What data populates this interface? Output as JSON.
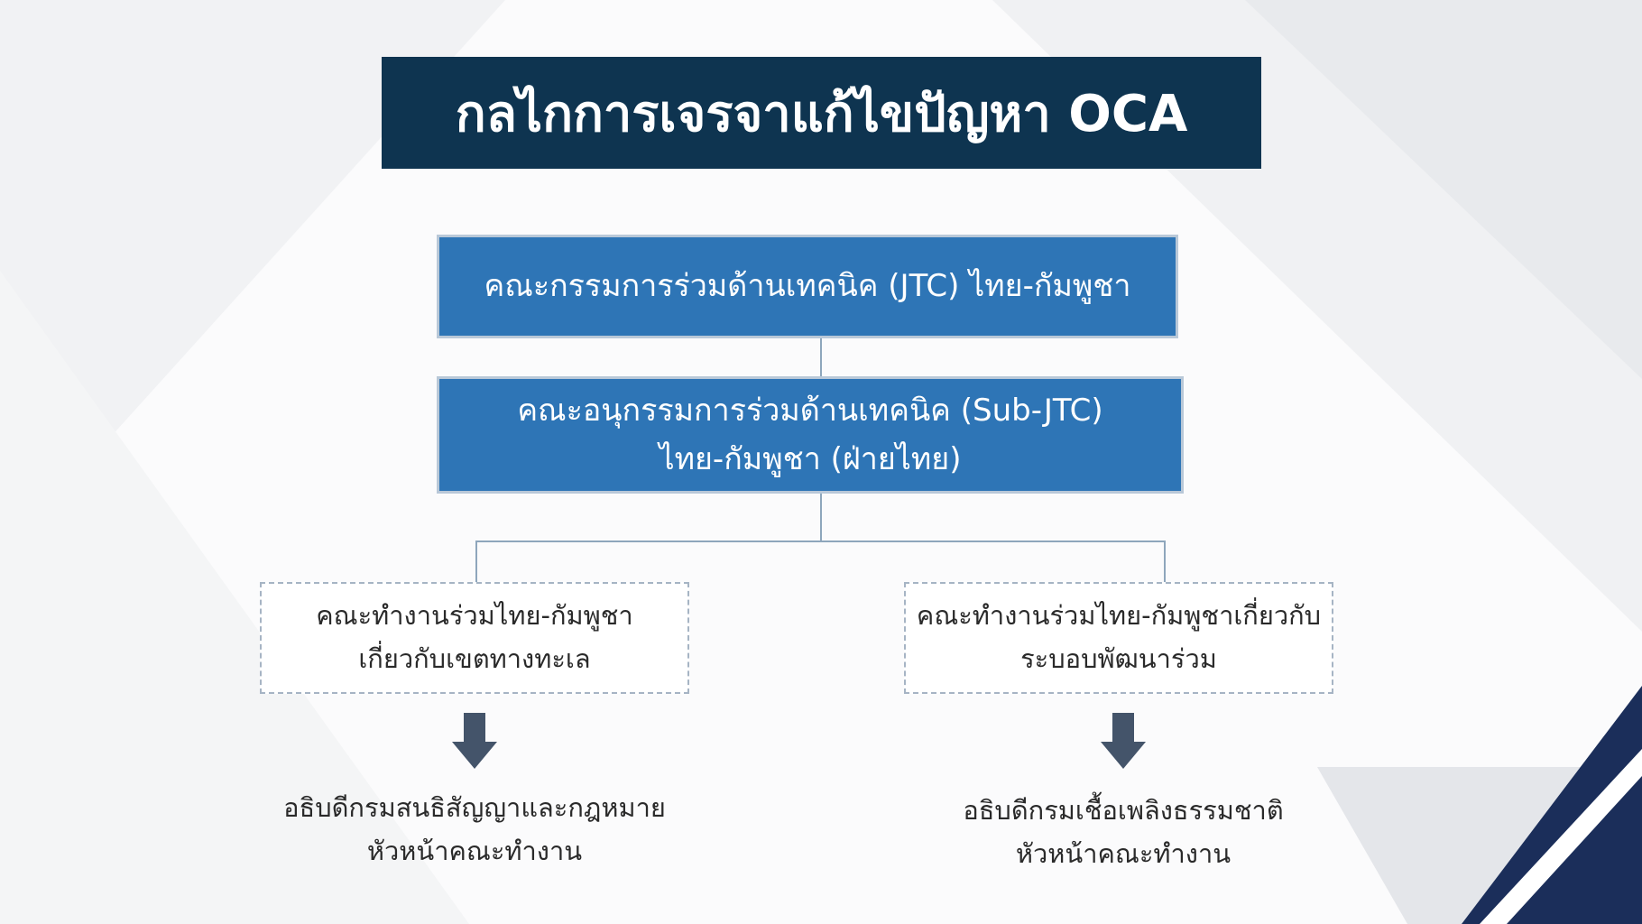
{
  "title": "กลไกการเจรจาแก้ไขปัญหา OCA",
  "jtc": {
    "label": "คณะกรรมการร่วมด้านเทคนิค (JTC) ไทย-กัมพูชา"
  },
  "sub_jtc": {
    "line1": "คณะอนุกรรมการร่วมด้านเทคนิค (Sub-JTC)",
    "line2": "ไทย-กัมพูชา (ฝ่ายไทย)"
  },
  "working_groups": [
    {
      "line1": "คณะทำงานร่วมไทย-กัมพูชา",
      "line2": "เกี่ยวกับเขตทางทะเล",
      "head_line1": "อธิบดีกรมสนธิสัญญาและกฎหมาย",
      "head_line2": "หัวหน้าคณะทำงาน"
    },
    {
      "line1": "คณะทำงานร่วมไทย-กัมพูชาเกี่ยวกับ",
      "line2": "ระบอบพัฒนาร่วม",
      "head_line1": "อธิบดีกรมเชื้อเพลิงธรรมชาติ",
      "head_line2": "หัวหน้าคณะทำงาน"
    }
  ],
  "colors": {
    "title_bg": "#0e3450",
    "box_fill": "#2e75b6",
    "arrow": "#44546a",
    "corner_accent": "#1b2e5a"
  }
}
